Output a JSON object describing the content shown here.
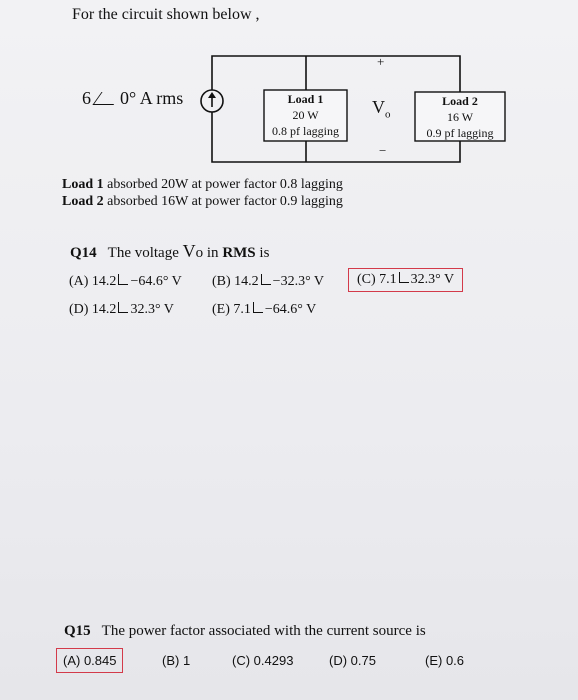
{
  "intro": "For the circuit shown below ,",
  "source": {
    "magnitude": "6",
    "angle": "0° A rms"
  },
  "load1": {
    "title": "Load 1",
    "power": "20 W",
    "pf": "0.8 pf lagging"
  },
  "load2": {
    "title": "Load 2",
    "power": "16 W",
    "pf": "0.9 pf lagging"
  },
  "vo": {
    "label": "V",
    "sub": "o",
    "plus": "+",
    "minus": "−"
  },
  "desc": {
    "l1_bold": "Load 1",
    "l1_text": "absorbed 20W at power factor 0.8 lagging",
    "l2_bold": "Load 2",
    "l2_text": "absorbed 16W at power factor 0.9 lagging"
  },
  "q14": {
    "number": "Q14",
    "text_a": "The voltage",
    "v": "V",
    "sub": "o",
    "text_b": "in",
    "rms": "RMS",
    "text_c": "is",
    "options": {
      "a_pre": "(A) 14.2",
      "a_post": "−64.6° V",
      "b_pre": "(B) 14.2",
      "b_post": "−32.3° V",
      "c_pre": "(C) 7.1",
      "c_post": "32.3° V",
      "d_pre": "(D) 14.2",
      "d_post": "32.3°  V",
      "e_pre": "(E) 7.1",
      "e_post": "−64.6° V"
    }
  },
  "q15": {
    "number": "Q15",
    "text": "The power factor associated with the current source is",
    "options": {
      "a": "(A)  0.845",
      "b": "(B)  1",
      "c": "(C)  0.4293",
      "d": "(D)  0.75",
      "e": "(E)  0.6"
    }
  }
}
